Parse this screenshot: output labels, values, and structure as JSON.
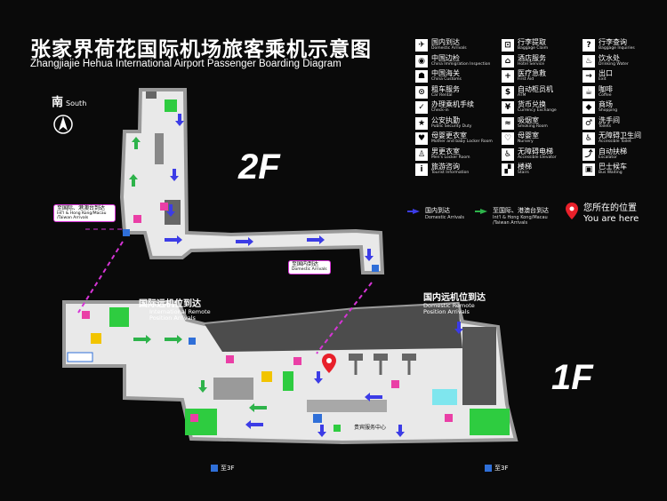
{
  "title": {
    "cn": "张家界荷花国际机场旅客乘机示意图",
    "en": "Zhangjiajie Hehua International Airport Passenger Boarding Diagram"
  },
  "compass": {
    "cn": "南",
    "en": "South"
  },
  "floors": {
    "upper": "2F",
    "lower": "1F"
  },
  "legend": [
    {
      "icon": "arrival-icon",
      "glyph": "✈",
      "cn": "国内到达",
      "en": "Domestic Arrivals"
    },
    {
      "icon": "baggage-claim-icon",
      "glyph": "⊡",
      "cn": "行李提取",
      "en": "Baggage Claim"
    },
    {
      "icon": "baggage-inquiry-icon",
      "glyph": "?",
      "cn": "行李查询",
      "en": "Baggage Inquiries"
    },
    {
      "icon": "border-inspection-icon",
      "glyph": "◉",
      "cn": "中国边检",
      "en": "China Immigration Inspection"
    },
    {
      "icon": "hotel-icon",
      "glyph": "⌂",
      "cn": "酒店服务",
      "en": "Hotel Service"
    },
    {
      "icon": "drinking-water-icon",
      "glyph": "♨",
      "cn": "饮水处",
      "en": "Drinking Water"
    },
    {
      "icon": "customs-icon",
      "glyph": "☗",
      "cn": "中国海关",
      "en": "China Customs"
    },
    {
      "icon": "first-aid-icon",
      "glyph": "+",
      "cn": "医疗急救",
      "en": "First Aid"
    },
    {
      "icon": "exit-icon",
      "glyph": "→",
      "cn": "出口",
      "en": "Exit"
    },
    {
      "icon": "car-rental-icon",
      "glyph": "⊙",
      "cn": "租车服务",
      "en": "Car Rental"
    },
    {
      "icon": "atm-icon",
      "glyph": "$",
      "cn": "自动柜员机",
      "en": "ATM"
    },
    {
      "icon": "coffee-icon",
      "glyph": "☕",
      "cn": "咖啡",
      "en": "Coffee"
    },
    {
      "icon": "check-in-icon",
      "glyph": "✓",
      "cn": "办理乘机手续",
      "en": "Check-in"
    },
    {
      "icon": "currency-exchange-icon",
      "glyph": "¥",
      "cn": "货币兑换",
      "en": "Currency Exchange"
    },
    {
      "icon": "shopping-icon",
      "glyph": "◆",
      "cn": "商场",
      "en": "Shopping"
    },
    {
      "icon": "police-icon",
      "glyph": "★",
      "cn": "公安执勤",
      "en": "Public Security Duty"
    },
    {
      "icon": "smoking-room-icon",
      "glyph": "≈",
      "cn": "吸烟室",
      "en": "Smoking Room"
    },
    {
      "icon": "toilet-icon",
      "glyph": "♂",
      "cn": "洗手间",
      "en": "Toilets"
    },
    {
      "icon": "baby-care-icon",
      "glyph": "♥",
      "cn": "母婴更衣室",
      "en": "Mother and baby Locker Room"
    },
    {
      "icon": "nursery-icon",
      "glyph": "♡",
      "cn": "母婴室",
      "en": "Nursery"
    },
    {
      "icon": "accessible-toilet-icon",
      "glyph": "♿",
      "cn": "无障碍卫生间",
      "en": "Accessible Toilet"
    },
    {
      "icon": "locker-room-icon",
      "glyph": "♙",
      "cn": "男更衣室",
      "en": "Men's Locker Room"
    },
    {
      "icon": "accessible-elevator-icon",
      "glyph": "♿",
      "cn": "无障碍电梯",
      "en": "Accessible Elevator"
    },
    {
      "icon": "escalator-icon",
      "glyph": "⤴",
      "cn": "自动扶梯",
      "en": "Escalator"
    },
    {
      "icon": "tourist-info-icon",
      "glyph": "i",
      "cn": "旅游咨询",
      "en": "Tourist Information"
    },
    {
      "icon": "stairs-icon",
      "glyph": "▞",
      "cn": "楼梯",
      "en": "Stairs"
    },
    {
      "icon": "bus-icon",
      "glyph": "▣",
      "cn": "巴士候车",
      "en": "Bus Waiting"
    }
  ],
  "arrow_legend": {
    "domestic": {
      "cn": "国内到达",
      "en": "Domestic Arrivals"
    },
    "international": {
      "cn": "至国际、港澳台到达",
      "en": "Int'l & Hong Kong/Macau /Taiwan Arrivals"
    }
  },
  "you_are_here": {
    "cn": "您所在的位置",
    "en": "You are here"
  },
  "areas": {
    "intl_remote": {
      "cn": "国际远机位到达",
      "en": "International Remote Position Arrivals"
    },
    "dom_remote": {
      "cn": "国内远机位到达",
      "en": "Domestic Remote Position Arrivals"
    }
  },
  "callouts": {
    "intl": {
      "cn": "至国际、港澳台到达",
      "en": "Int'l & Hong Kong/Macau /Taiwan Arrivals"
    },
    "dom": {
      "cn": "至国内到达",
      "en": "Domestic Arrivals"
    }
  },
  "to3f": [
    "至3F",
    "至3F"
  ],
  "service_center": "贵宾服务中心",
  "colors": {
    "floor": "#e9e9e9",
    "wall": "#9a9a9a",
    "green_room": "#2ecc40",
    "cyan_room": "#7fe6ee",
    "arrow_blue": "#3c3ce6",
    "arrow_green": "#2db34a",
    "dash_magenta": "#d634d6",
    "pin_red": "#e8202a"
  }
}
